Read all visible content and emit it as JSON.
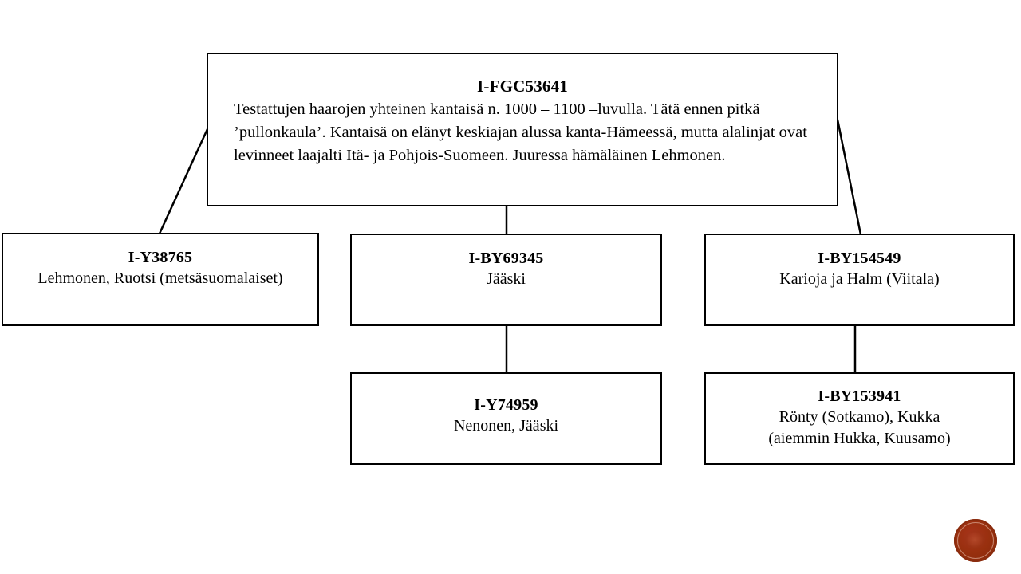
{
  "page": {
    "background_color": "#ffffff",
    "line_color": "#000000",
    "box_border_color": "#000000"
  },
  "nodes": {
    "root": {
      "title": "I-FGC53641",
      "description": "Testattujen haarojen yhteinen kantaisä n. 1000 – 1100 –luvulla. Tätä ennen pitkä ’pullonkaula’. Kantaisä on elänyt keskiajan alussa kanta-Hämeessä, mutta alalinjat ovat levinneet laajalti Itä- ja Pohjois-Suomeen.  Juuressa hämäläinen Lehmonen."
    },
    "y38765": {
      "title": "I-Y38765",
      "description": "Lehmonen, Ruotsi (metsäsuomalaiset)"
    },
    "by69345": {
      "title": "I-BY69345",
      "description": "Jääski"
    },
    "by154549": {
      "title": "I-BY154549",
      "description": "Karioja ja Halm (Viitala)"
    },
    "y74959": {
      "title": "I-Y74959",
      "description": "Nenonen, Jääski"
    },
    "by153941": {
      "title": "I-BY153941",
      "description_line1": "Rönty (Sotkamo), Kukka",
      "description_line2": "(aiemmin Hukka, Kuusamo)"
    }
  },
  "seal": {
    "name": "circular-seal-logo",
    "color": "#99300f"
  }
}
